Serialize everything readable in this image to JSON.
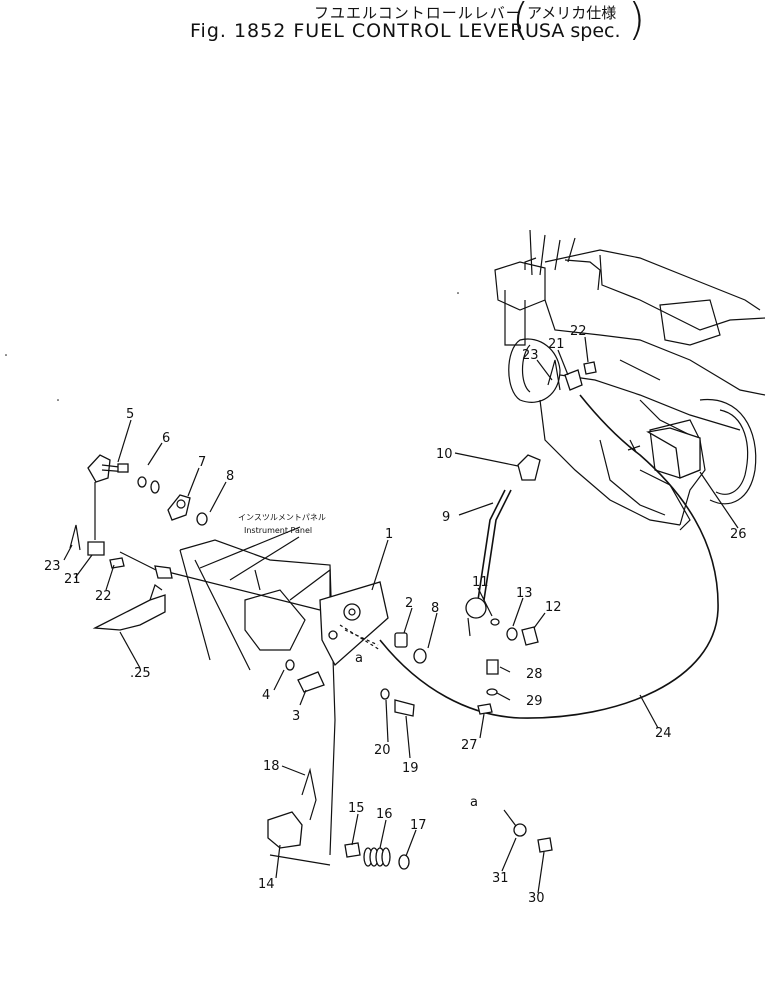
{
  "title": {
    "jp": "フユエルコントロールレバー",
    "jp_spec": "アメリカ仕様",
    "en": "Fig. 1852 FUEL CONTROL LEVER",
    "en_spec": "USA spec."
  },
  "panel_label": {
    "jp": "インスツルメントパネル",
    "en": "Instrument Panel"
  },
  "reference_mark": "a",
  "callouts": [
    "1",
    "2",
    "3",
    "4",
    "5",
    "6",
    "7",
    "8",
    "8",
    "9",
    "10",
    "11",
    "12",
    "13",
    "14",
    "15",
    "16",
    "17",
    "18",
    "19",
    "20",
    "21",
    "21",
    "22",
    "22",
    "23",
    "23",
    "24",
    ".25",
    "26",
    "27",
    "28",
    "29",
    "30",
    "31"
  ]
}
